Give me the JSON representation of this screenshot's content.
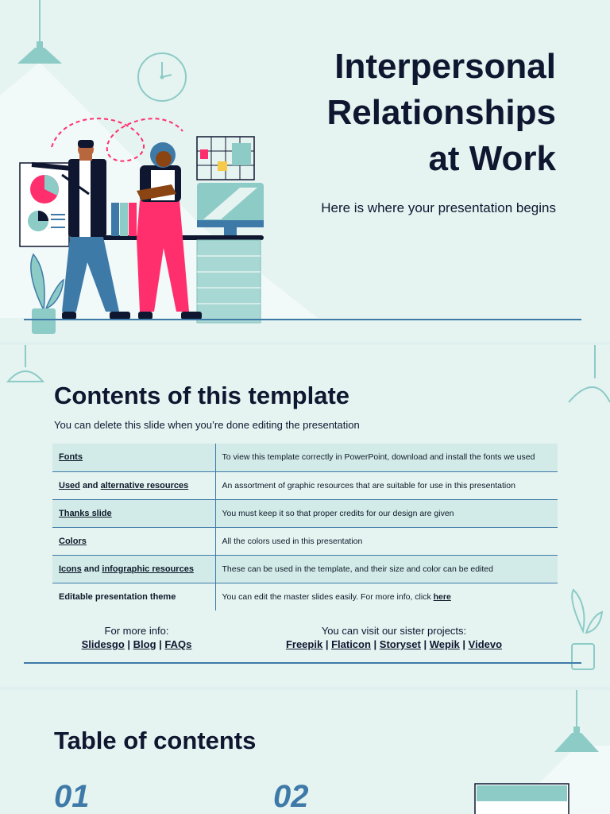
{
  "slide1": {
    "title_line1": "Interpersonal",
    "title_line2": "Relationships",
    "title_line3": "at Work",
    "subtitle": "Here is where your presentation begins"
  },
  "slide2": {
    "title": "Contents of this template",
    "subtitle": "You can delete this slide when you’re done editing the presentation",
    "rows": [
      {
        "left_a": "Fonts",
        "left_join": "",
        "left_b": "",
        "right": "To view this template correctly in PowerPoint, download and install the fonts we used"
      },
      {
        "left_a": "Used",
        "left_join": " and ",
        "left_b": "alternative resources",
        "right": "An assortment of graphic resources that are suitable for use in this presentation"
      },
      {
        "left_a": "Thanks slide",
        "left_join": "",
        "left_b": "",
        "right": "You must keep it so that proper credits for our design are given"
      },
      {
        "left_a": "Colors",
        "left_join": "",
        "left_b": "",
        "right": "All the colors used in this presentation"
      },
      {
        "left_a": "Icons",
        "left_join": " and ",
        "left_b": "infographic resources",
        "right": "These can be used in the template, and their size and color can be edited"
      },
      {
        "left_a": "Editable presentation theme",
        "left_join": "",
        "left_b": "",
        "right": "You can edit the master slides easily. For more info, click ",
        "right_link": "here"
      }
    ],
    "more_info_label": "For more info:",
    "more_info_links": [
      "Slidesgo",
      "Blog",
      "FAQs"
    ],
    "sister_label": "You can visit our sister projects:",
    "sister_links": [
      "Freepik",
      "Flaticon",
      "Storyset",
      "Wepik",
      "Videvo"
    ],
    "separator": " | "
  },
  "slide3": {
    "title": "Table of contents",
    "num1": "01",
    "num2": "02"
  },
  "colors": {
    "background": "#e5f3f1",
    "accent_blue": "#3e7aa8",
    "teal": "#8ccbc6",
    "pink": "#ff2f6d",
    "navy": "#0f1730"
  }
}
